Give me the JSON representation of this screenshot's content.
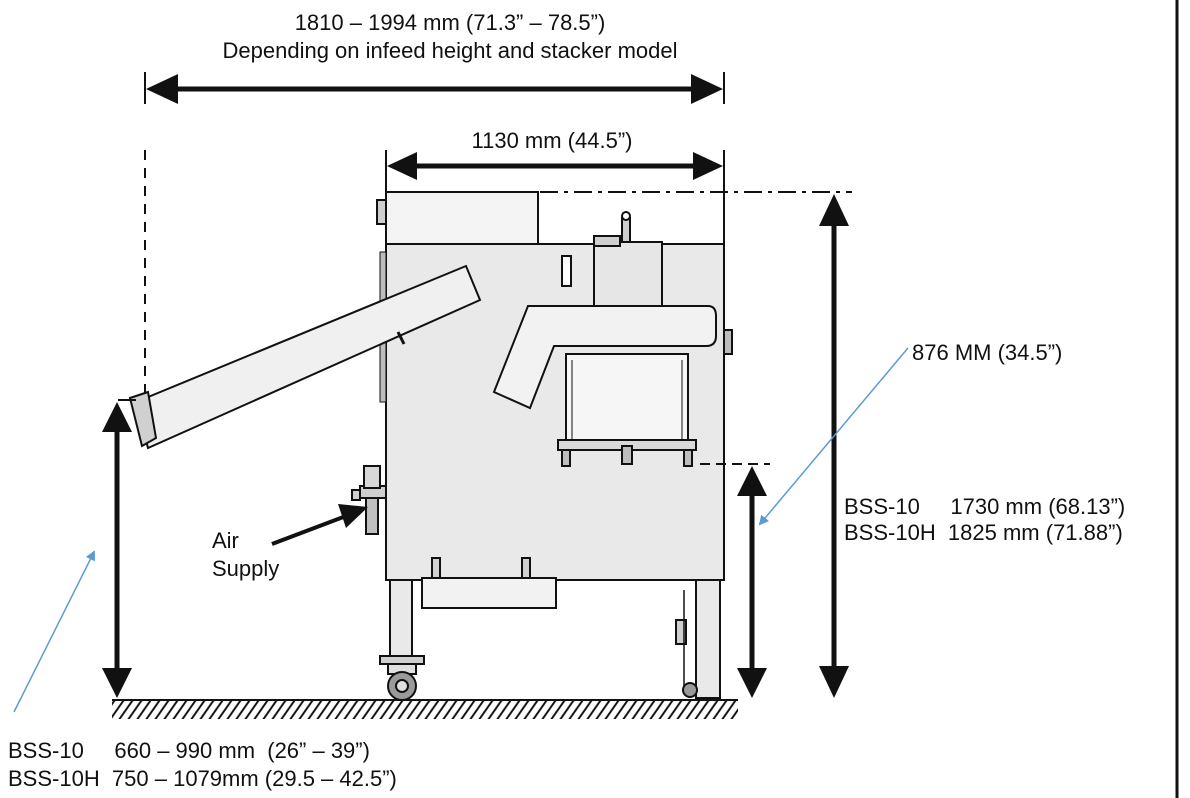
{
  "dimensions": {
    "overall_length": "1810 – 1994 mm (71.3” – 78.5”)",
    "overall_length_note": "Depending on infeed height and stacker model",
    "frame_length": "1130 mm (44.5”)",
    "outfeed_height": "876 MM (34.5”)",
    "total_height_bss10": "BSS-10     1730 mm (68.13”)",
    "total_height_bss10h": "BSS-10H  1825 mm (71.88”)",
    "infeed_height_bss10": "BSS-10     660 – 990 mm  (26” – 39”)",
    "infeed_height_bss10h": "BSS-10H  750 – 1079mm (29.5 – 42.5”)"
  },
  "callouts": {
    "air_supply_line1": "Air",
    "air_supply_line2": "Supply"
  },
  "colors": {
    "ink": "#111111",
    "machine_fill": "#e9e9e9",
    "machine_dark": "#c8c8c8",
    "leader_blue": "#5b9bd5"
  }
}
